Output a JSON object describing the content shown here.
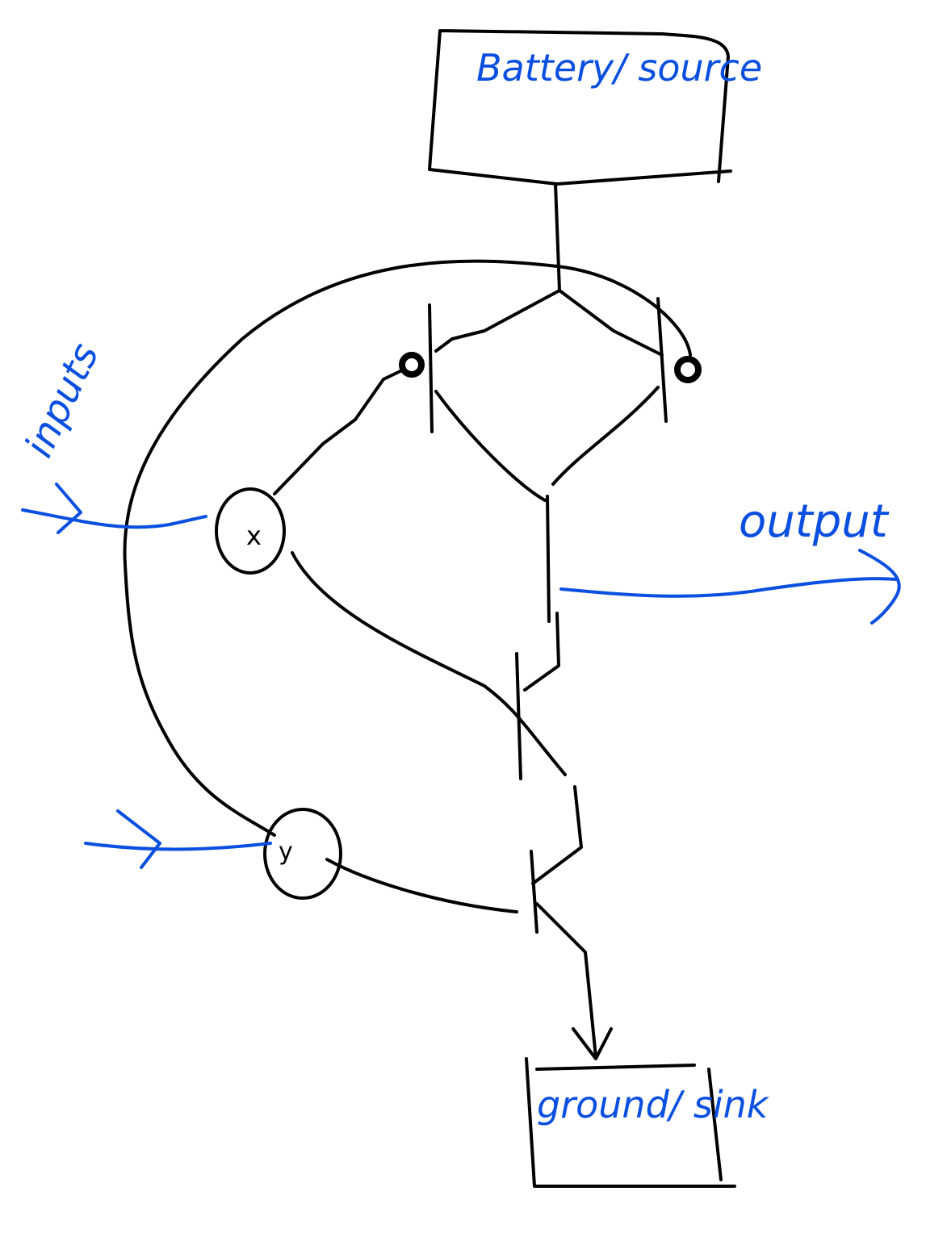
{
  "diagram": {
    "source_box": {
      "label": "Battery/ source"
    },
    "sink_box": {
      "label": "ground/ sink"
    },
    "inputs_label": "inputs",
    "output_label": "output",
    "input_x": {
      "label": "x"
    },
    "input_y": {
      "label": "y"
    },
    "colors": {
      "ink": "#000000",
      "annotation": "#0a4fe0",
      "background": "#ffffff"
    }
  }
}
